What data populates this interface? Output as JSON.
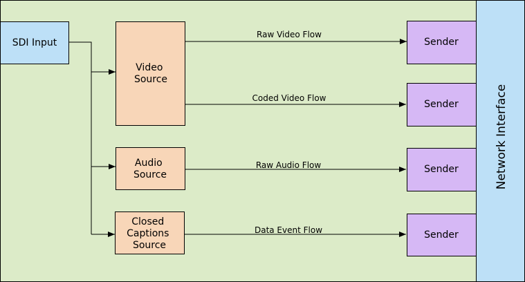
{
  "colors": {
    "canvas": "#dcebc8",
    "input": "#bde0f7",
    "source": "#f8d6b8",
    "sender": "#d6b8f5",
    "network": "#bde0f7",
    "stroke": "#000000"
  },
  "input": {
    "label": "SDI Input"
  },
  "sources": {
    "video": {
      "lines": [
        "Video",
        "Source"
      ]
    },
    "audio": {
      "lines": [
        "Audio",
        "Source"
      ]
    },
    "captions": {
      "lines": [
        "Closed",
        "Captions",
        "Source"
      ]
    }
  },
  "flows": {
    "raw_video": "Raw Video Flow",
    "coded_video": "Coded Video Flow",
    "raw_audio": "Raw Audio Flow",
    "data_event": "Data Event Flow"
  },
  "senders": {
    "raw_video": "Sender",
    "coded_video": "Sender",
    "raw_audio": "Sender",
    "data_event": "Sender"
  },
  "network": {
    "label": "Network Interface"
  }
}
